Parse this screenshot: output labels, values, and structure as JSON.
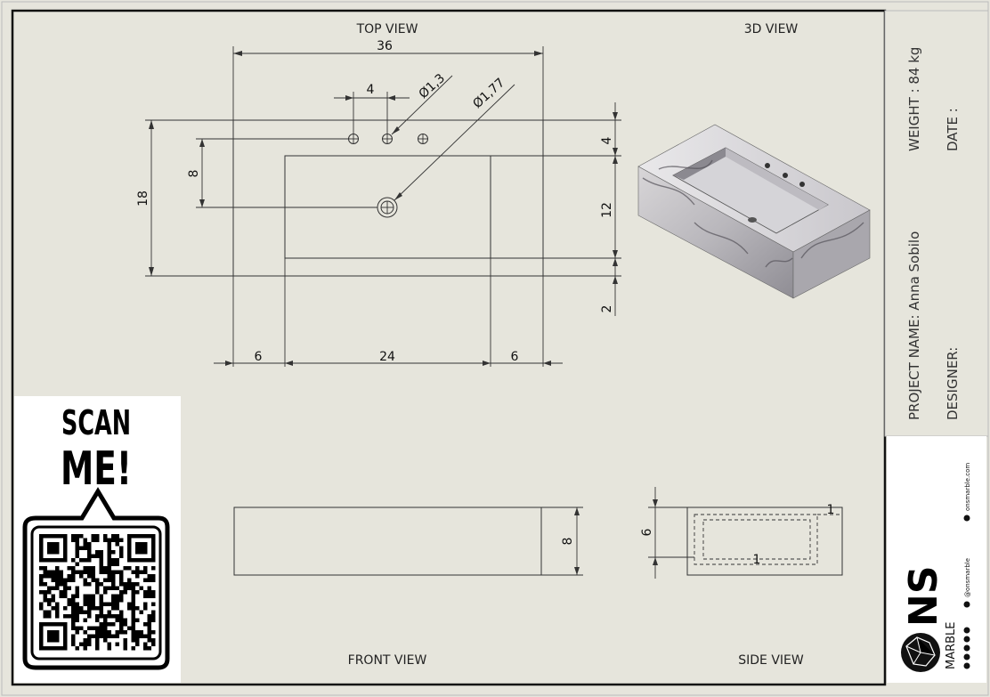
{
  "views": {
    "top": "TOP VIEW",
    "three_d": "3D VIEW",
    "front": "FRONT VIEW",
    "side": "SIDE VIEW"
  },
  "dimensions": {
    "overall_width": "36",
    "hole_spacing": "4",
    "tap_hole_dia": "Ø1,3",
    "drain_dia": "Ø1,77",
    "overall_depth": "18",
    "drain_offset": "8",
    "back_margin": "4",
    "basin_depth": "12",
    "front_margin": "2",
    "left_margin": "6",
    "basin_width": "24",
    "right_margin": "6",
    "front_height": "8",
    "side_height": "6",
    "side_small_1": "1",
    "side_small_2": "1"
  },
  "title_block": {
    "weight": "WEIGHT : 84 kg",
    "date": "DATE :",
    "project": "PROJECT NAME: Anna Sobilo",
    "designer": "DESIGNER:"
  },
  "brand": {
    "logo_letters": "NS",
    "logo_word": "MARBLE",
    "website": "onsmarble.com",
    "social_handle": "@onsmarble"
  },
  "qr": {
    "line1": "SCAN",
    "line2": "ME!"
  }
}
